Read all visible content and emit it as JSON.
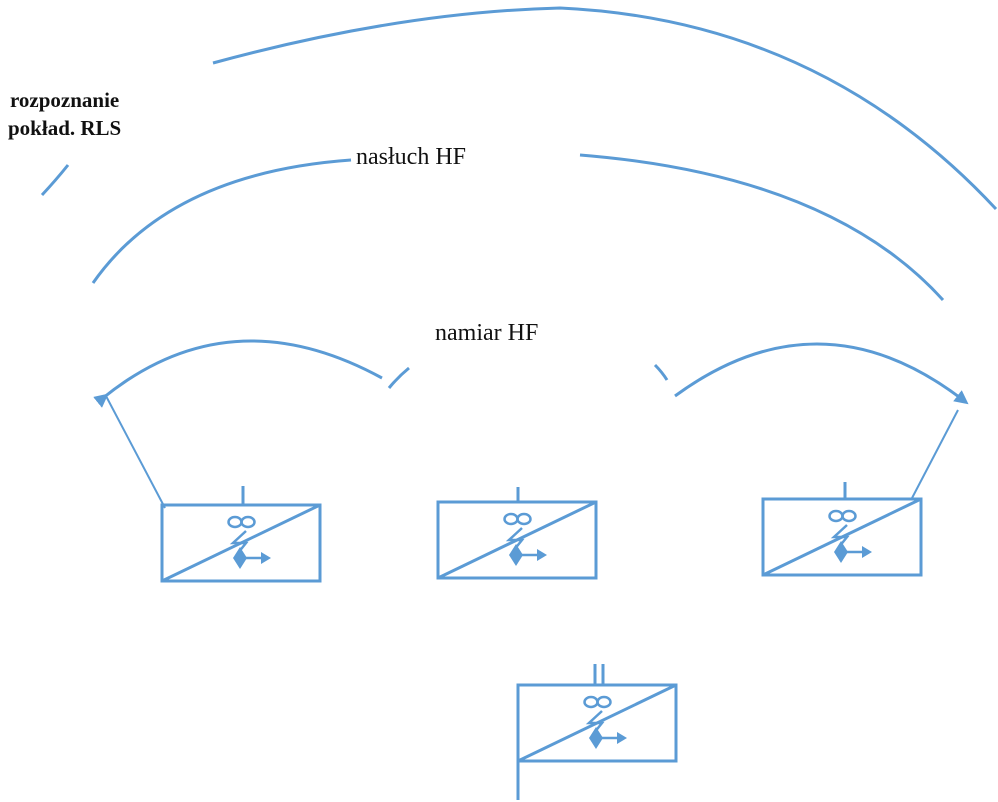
{
  "labels": {
    "rls_line1": "rozpoznanie",
    "rls_line2": "pokład. RLS",
    "hf_listening": "nasłuch HF",
    "hf_direction_finding": "namiar HF"
  },
  "symbols": [
    {
      "name": "station-symbol-left",
      "antenna": "single"
    },
    {
      "name": "station-symbol-center",
      "antenna": "single"
    },
    {
      "name": "station-symbol-right",
      "antenna": "single"
    },
    {
      "name": "station-symbol-bottom",
      "antenna": "double"
    }
  ],
  "colors": {
    "line": "#5b9bd5",
    "text": "#111111",
    "background": "#ffffff"
  }
}
